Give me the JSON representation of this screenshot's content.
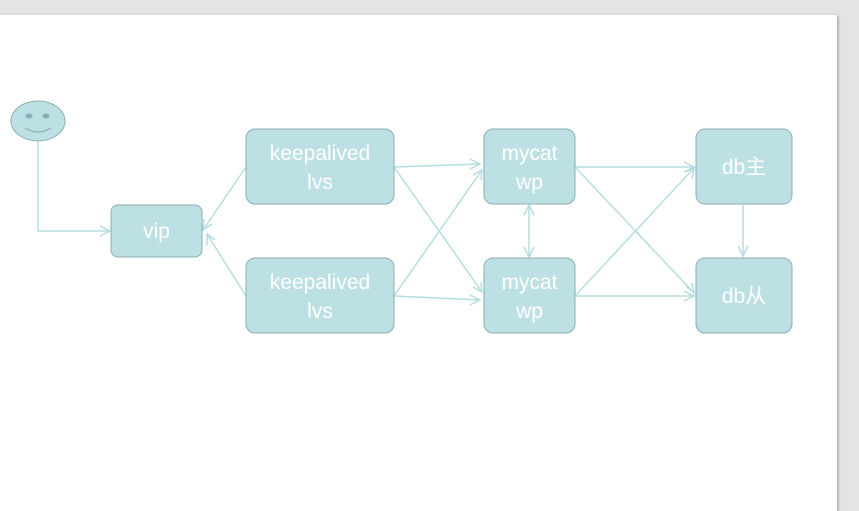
{
  "diagram": {
    "nodes": {
      "vip": {
        "lines": [
          "vip"
        ]
      },
      "keepalived_top": {
        "lines": [
          "keepalived",
          "lvs"
        ]
      },
      "keepalived_bottom": {
        "lines": [
          "keepalived",
          "lvs"
        ]
      },
      "mycat_top": {
        "lines": [
          "mycat",
          "wp"
        ]
      },
      "mycat_bottom": {
        "lines": [
          "mycat",
          "wp"
        ]
      },
      "db_master": {
        "lines": [
          "db主"
        ]
      },
      "db_slave": {
        "lines": [
          "db从"
        ]
      }
    },
    "colors": {
      "node_fill": "#bde0e4",
      "node_stroke": "#8aaeb3",
      "edge": "#b5dde2",
      "text": "#ffffff"
    }
  }
}
